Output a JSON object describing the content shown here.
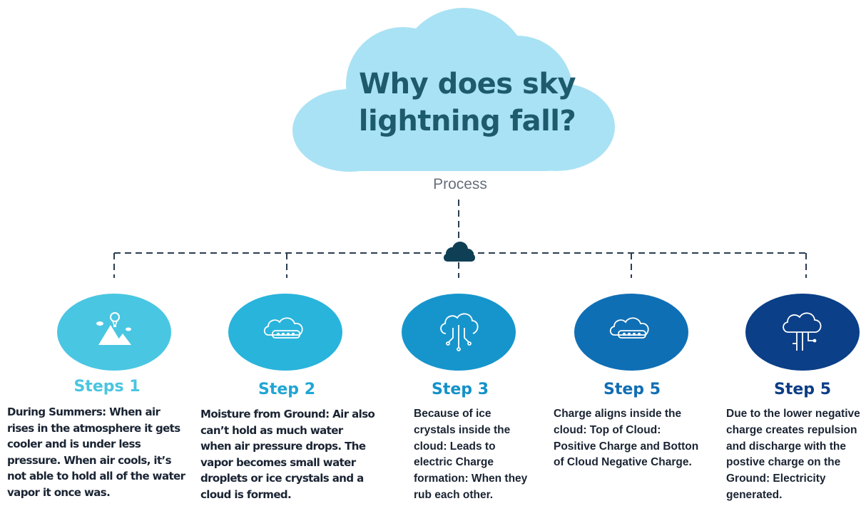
{
  "title": [
    "Why does sky",
    "lightning fall?"
  ],
  "process_label": "Process",
  "colors": {
    "cloud": "#a9e2f4",
    "title": "#1d5a6c",
    "connector": "#2a3d50",
    "hub_icon": "#0f3f55"
  },
  "steps": [
    {
      "title": "Steps 1",
      "color": "#49c6e2",
      "title_color": "#4ac5e0",
      "icon": "mountain-balloon-icon",
      "lines": [
        "During Summers:  When air",
        "rises in the atmosphere it gets",
        "cooler and is under less",
        "pressure. When air cools, it’s",
        "not able to hold all of the water",
        "vapor it once was."
      ]
    },
    {
      "title": "Step 2",
      "color": "#29b4dc",
      "title_color": "#1fa6d4",
      "icon": "cloud-server-icon",
      "lines": [
        "Moisture from Ground: Air also",
        "can’t hold as much water",
        "when air pressure drops. The",
        "vapor becomes small water",
        "droplets or ice crystals and a",
        "cloud is formed."
      ]
    },
    {
      "title": "Step 3",
      "color": "#1695cc",
      "title_color": "#1392c8",
      "icon": "cloud-circuit-icon",
      "lines": [
        "Because of ice",
        "crystals inside the",
        "cloud: Leads to",
        "electric Charge",
        "formation: When they",
        "rub each other."
      ]
    },
    {
      "title": "Step 5",
      "color": "#0f6fb5",
      "title_color": "#116eb3",
      "icon": "cloud-server-icon",
      "lines": [
        "Charge aligns inside the",
        "cloud: Top of Cloud:",
        "Positive Charge and Botton",
        "of Cloud Negative Charge."
      ]
    },
    {
      "title": "Step 5",
      "color": "#0b3f87",
      "title_color": "#0c3d86",
      "icon": "cloud-network-icon",
      "lines": [
        "Due to the lower negative",
        "charge creates repulsion",
        "and discharge with the",
        "postive charge on the",
        "Ground: Electricity",
        "generated."
      ]
    }
  ]
}
